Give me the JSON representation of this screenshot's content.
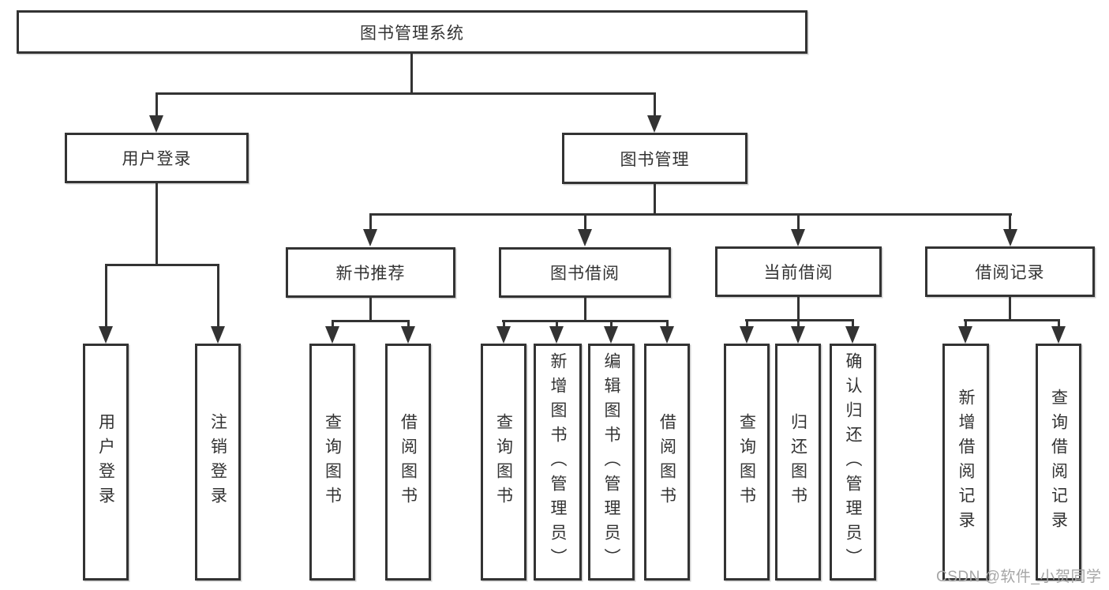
{
  "diagram": {
    "root": {
      "label": "图书管理系统"
    },
    "level1": [
      {
        "id": "user-login",
        "label": "用户登录"
      },
      {
        "id": "book-management",
        "label": "图书管理"
      }
    ],
    "level2": [
      {
        "id": "new-book-recommendation",
        "label": "新书推荐",
        "parent": "book-management"
      },
      {
        "id": "book-borrowing",
        "label": "图书借阅",
        "parent": "book-management"
      },
      {
        "id": "current-borrowing",
        "label": "当前借阅",
        "parent": "book-management"
      },
      {
        "id": "borrowing-records",
        "label": "借阅记录",
        "parent": "book-management"
      }
    ],
    "leaves": [
      {
        "label": "用户登录",
        "parent": "user-login"
      },
      {
        "label": "注销登录",
        "parent": "user-login"
      },
      {
        "label": "查询图书",
        "parent": "new-book-recommendation"
      },
      {
        "label": "借阅图书",
        "parent": "new-book-recommendation"
      },
      {
        "label": "查询图书",
        "parent": "book-borrowing"
      },
      {
        "label": "新增图书（管理员）",
        "parent": "book-borrowing"
      },
      {
        "label": "编辑图书（管理员）",
        "parent": "book-borrowing"
      },
      {
        "label": "借阅图书",
        "parent": "book-borrowing"
      },
      {
        "label": "查询图书",
        "parent": "current-borrowing"
      },
      {
        "label": "归还图书",
        "parent": "current-borrowing"
      },
      {
        "label": "确认归还（管理员）",
        "parent": "current-borrowing"
      },
      {
        "label": "新增借阅记录",
        "parent": "borrowing-records"
      },
      {
        "label": "查询借阅记录",
        "parent": "borrowing-records"
      }
    ],
    "watermark": "CSDN @软件_小贺同学",
    "colors": {
      "line": "#333333",
      "text": "#333333",
      "background": "#ffffff",
      "watermark": "#a6a6a6"
    }
  }
}
